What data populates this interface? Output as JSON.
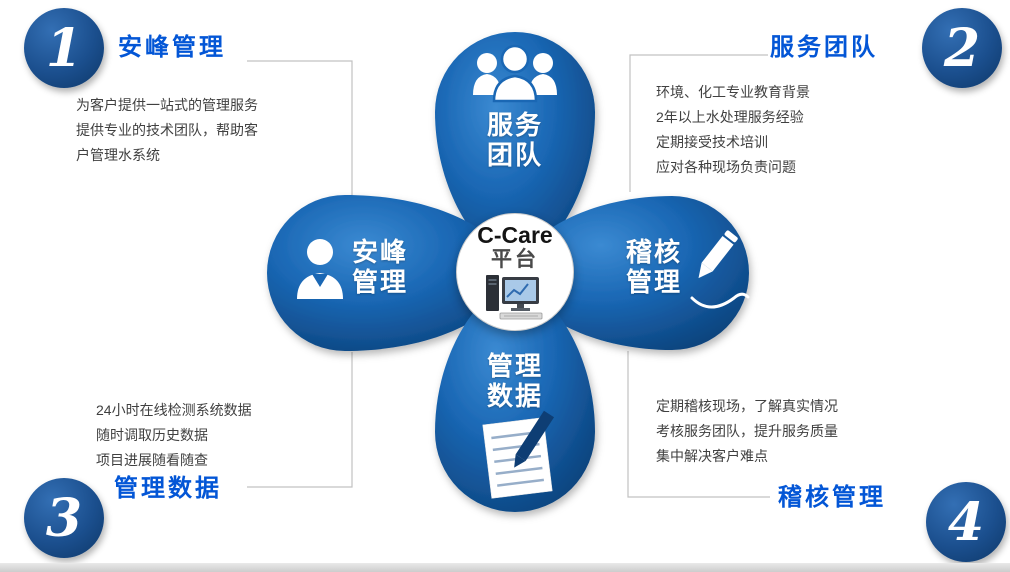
{
  "center": {
    "brand": "C-Care",
    "platform": "平台",
    "icon": "desktop-computer-icon"
  },
  "petals": {
    "top": {
      "line1": "服务",
      "line2": "团队",
      "icon": "team-icon"
    },
    "left": {
      "line1": "安峰",
      "line2": "管理",
      "icon": "person-icon"
    },
    "right": {
      "line1": "稽核",
      "line2": "管理",
      "icon": "pen-icon"
    },
    "bottom": {
      "line1": "管理",
      "line2": "数据",
      "icon": "document-pencil-icon"
    }
  },
  "corners": [
    {
      "number": "1",
      "title": "安峰管理",
      "lines": [
        "为客户提供一站式的管理服务",
        "提供专业的技术团队，帮助客",
        "户管理水系统"
      ]
    },
    {
      "number": "2",
      "title": "服务团队",
      "lines": [
        "环境、化工专业教育背景",
        "2年以上水处理服务经验",
        "定期接受技术培训",
        "应对各种现场负责问题"
      ]
    },
    {
      "number": "3",
      "title": "管理数据",
      "lines": [
        "24小时在线检测系统数据",
        "随时调取历史数据",
        "项目进展随看随查"
      ]
    },
    {
      "number": "4",
      "title": "稽核管理",
      "lines": [
        "定期稽核现场，了解真实情况",
        "考核服务团队，提升服务质量",
        "集中解决客户难点"
      ]
    }
  ],
  "colors": {
    "petal_light": "#3b8ad2",
    "petal_dark": "#0b4078",
    "badge_blue": "#1b4f8e",
    "title_blue": "#0356d6",
    "body_text": "#404040",
    "connector_gray": "#c2c2c2"
  }
}
